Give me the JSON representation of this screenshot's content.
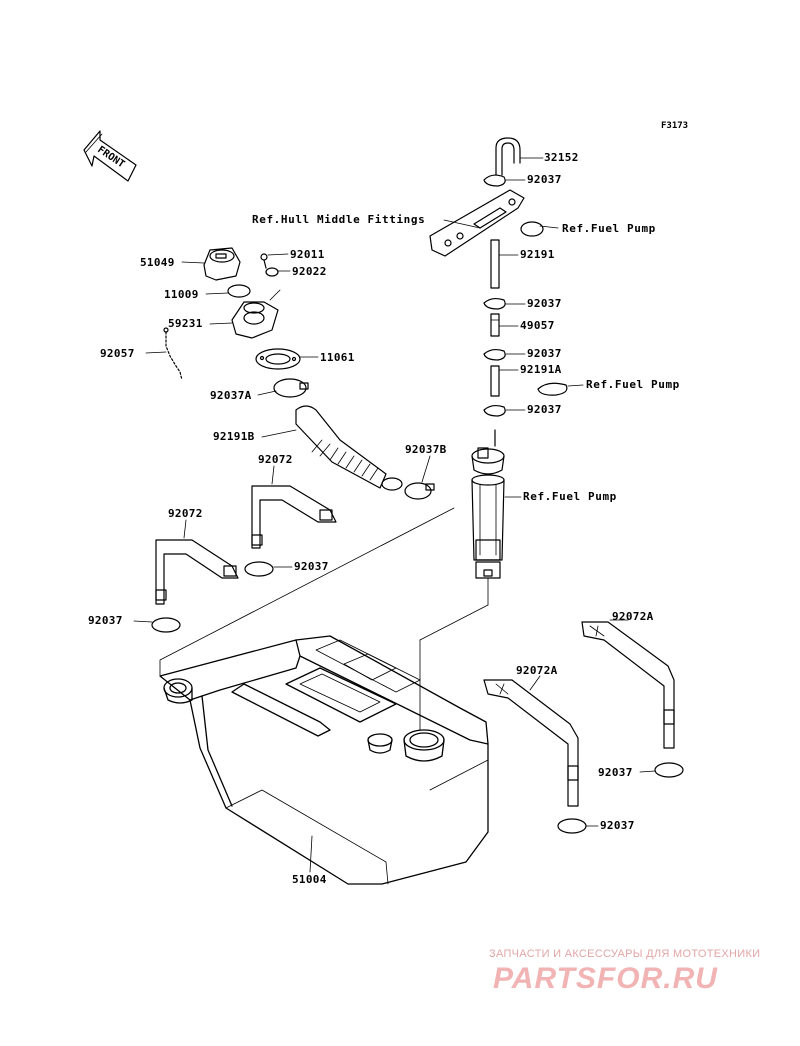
{
  "diagram_code": "F3173",
  "front_label": "FRONT",
  "parts": {
    "p32152": "32152",
    "p92037_top": "92037",
    "ref_hull": "Ref.Hull Middle Fittings",
    "ref_fuel_pump_1": "Ref.Fuel Pump",
    "p92191": "92191",
    "p92037_b": "92037",
    "p49057": "49057",
    "p92037_c": "92037",
    "p92191A": "92191A",
    "ref_fuel_pump_2": "Ref.Fuel Pump",
    "p92037_d": "92037",
    "ref_fuel_pump_3": "Ref.Fuel Pump",
    "p51049": "51049",
    "p92011": "92011",
    "p92022": "92022",
    "p11009": "11009",
    "p59231": "59231",
    "p92057": "92057",
    "p11061": "11061",
    "p92037A": "92037A",
    "p92191B": "92191B",
    "p92037B": "92037B",
    "p92072_a": "92072",
    "p92072_b": "92072",
    "p92037_e": "92037",
    "p92037_f": "92037",
    "p92072A_a": "92072A",
    "p92072A_b": "92072A",
    "p92037_g": "92037",
    "p92037_h": "92037",
    "p51004": "51004"
  },
  "watermark": {
    "line1": "ЗАПЧАСТИ И АКСЕССУАРЫ ДЛЯ МОТОТЕХНИКИ",
    "line2": "PARTSFOR.RU"
  },
  "colors": {
    "ink": "#000000",
    "watermark": "#f1b3b3"
  }
}
